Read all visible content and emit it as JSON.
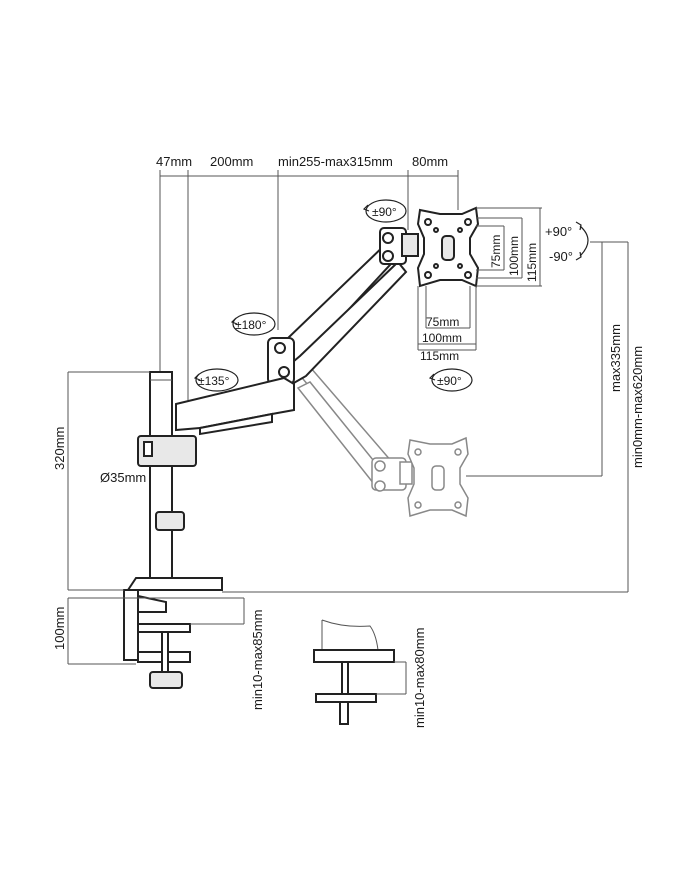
{
  "labels": {
    "d47": "47mm",
    "d200": "200mm",
    "d255": "min255-max315mm",
    "d80": "80mm",
    "r90top": "±90°",
    "r90bot": "±90°",
    "r180": "±180°",
    "r135": "±135°",
    "tilt_up": "+90°",
    "tilt_down": "-90°",
    "v75": "75mm",
    "v100": "100mm",
    "v115": "115mm",
    "h75": "75mm",
    "h100": "100mm",
    "h115": "115mm",
    "max335": "max335mm",
    "min0max620": "min0mm-max620mm",
    "h320": "320mm",
    "pole": "Ø35mm",
    "h100clamp": "100mm",
    "clamp1": "min10-max85mm",
    "clamp2": "min10-max80mm"
  }
}
